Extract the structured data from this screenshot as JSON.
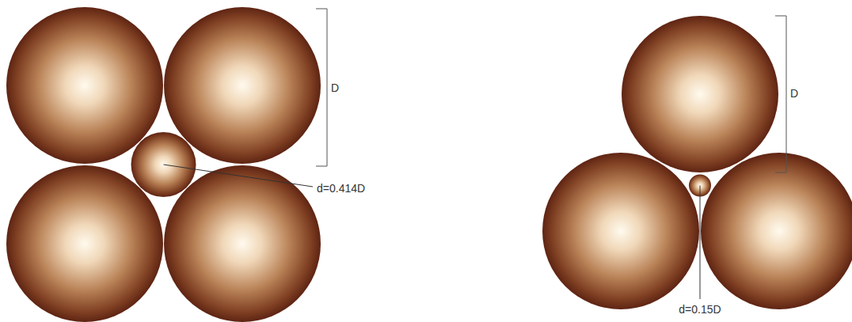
{
  "diagram": {
    "labels": [
      "D",
      "d=0.414D",
      "D",
      "d=0.15D"
    ]
  }
}
